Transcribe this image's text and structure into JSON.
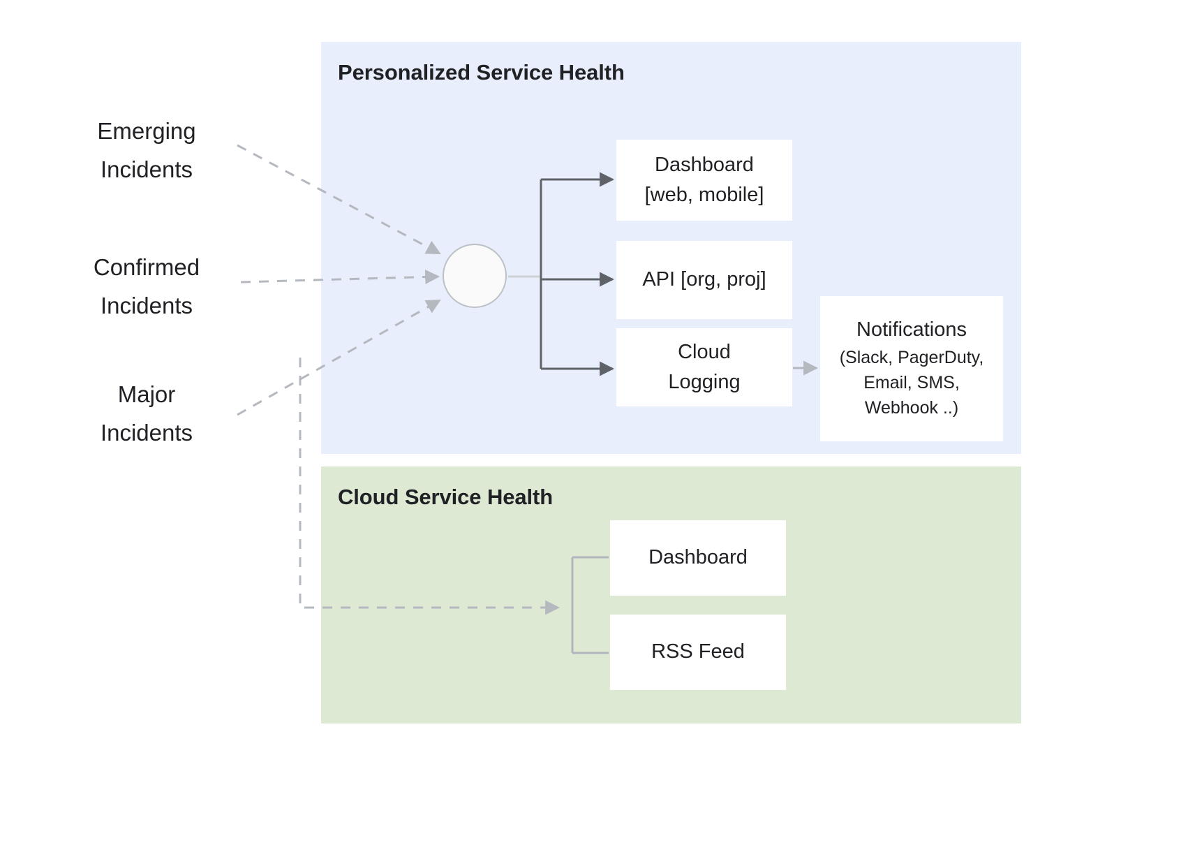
{
  "diagram": {
    "title_semantic": "Service health architecture",
    "colors": {
      "panel_personalized_bg": "#e8eefb",
      "panel_cloud_bg": "#dde9d3",
      "box_bg": "#ffffff",
      "text": "#202124",
      "solid_arrow": "#5f6368",
      "dashed_arrow": "#bdc1c6",
      "light_connector": "#cdd1d6",
      "hub_fill": "#fafafa",
      "hub_stroke": "#bdc1c6"
    }
  },
  "sources": {
    "emerging": "Emerging\nIncidents",
    "confirmed": "Confirmed\nIncidents",
    "major": "Major\nIncidents"
  },
  "personalized_service_health": {
    "title": "Personalized Service Health",
    "boxes": {
      "dashboard": "Dashboard\n[web, mobile]",
      "api": "API [org, proj]",
      "cloud_logging": "Cloud\nLogging",
      "notifications_title": "Notifications",
      "notifications_detail": "(Slack, PagerDuty,\nEmail, SMS,\nWebhook ..)"
    }
  },
  "cloud_service_health": {
    "title": "Cloud Service Health",
    "boxes": {
      "dashboard": "Dashboard",
      "rss_feed": "RSS Feed"
    }
  }
}
